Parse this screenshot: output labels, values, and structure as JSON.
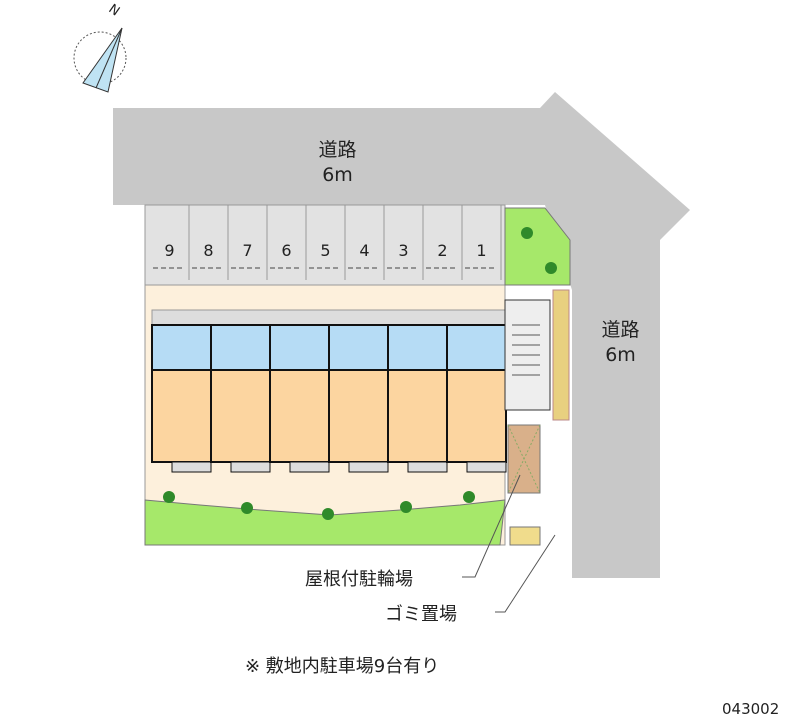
{
  "compass": {
    "label": "N"
  },
  "roads": [
    {
      "name": "道路",
      "width": "6m"
    },
    {
      "name": "道路",
      "width": "6m"
    }
  ],
  "parking_stalls": [
    "9",
    "8",
    "7",
    "6",
    "5",
    "4",
    "3",
    "2",
    "1"
  ],
  "units_count": 6,
  "callouts": {
    "bicycle": "屋根付駐輪場",
    "garbage": "ゴミ置場"
  },
  "note": "※ 敷地内駐車場9台有り",
  "code": "043002",
  "colors": {
    "road": "#c8c8c8",
    "site": "#fdf0dc",
    "green": "#a6e86a",
    "room": "#fcd5a0",
    "wet": "#b6dcf5"
  }
}
